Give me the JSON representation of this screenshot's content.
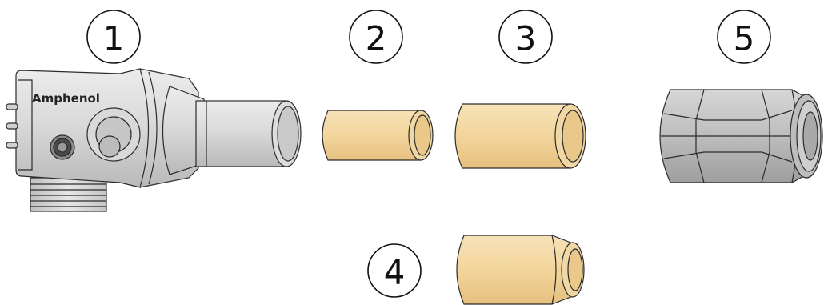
{
  "callouts": [
    {
      "id": "1",
      "label": "1"
    },
    {
      "id": "2",
      "label": "2"
    },
    {
      "id": "3",
      "label": "3"
    },
    {
      "id": "4",
      "label": "4"
    },
    {
      "id": "5",
      "label": "5"
    }
  ],
  "connector_brand": "Amphenol",
  "colors": {
    "metal_light": "#e3e3e3",
    "metal_mid": "#cfcfcf",
    "metal_dark": "#a8a8a8",
    "brass": "#f3d9a6",
    "brass_dark": "#d9b77d",
    "outline": "#2b2b2b"
  }
}
